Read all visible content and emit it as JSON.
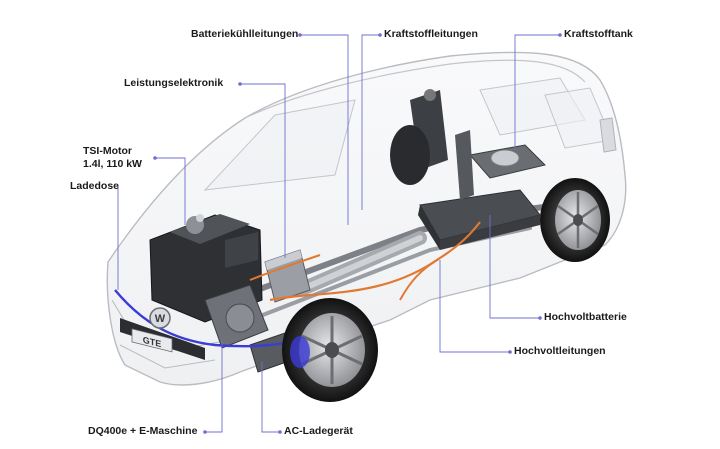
{
  "diagram": {
    "subject": "Volkswagen Golf GTE plug-in hybrid drivetrain cutaway",
    "badge_text": "GTE",
    "labels": {
      "batteriekuehlleitungen": "Batteriekühlleitungen",
      "kraftstoffleitungen": "Kraftstoffleitungen",
      "kraftstofftank": "Kraftstofftank",
      "leistungselektronik": "Leistungselektronik",
      "tsi_motor_line1": "TSI-Motor",
      "tsi_motor_line2": "1.4l, 110 kW",
      "ladedose": "Ladedose",
      "hochvoltbatterie": "Hochvoltbatterie",
      "hochvoltleitungen": "Hochvoltleitungen",
      "dq400e": "DQ400e + E-Maschine",
      "ac_ladegeraet": "AC-Ladegerät"
    },
    "colors": {
      "leader_line": "#6f6fd0",
      "hv_cable": "#e07a32",
      "charge_cable": "#3b3bd6",
      "body_outline": "#b9bcc2"
    }
  }
}
